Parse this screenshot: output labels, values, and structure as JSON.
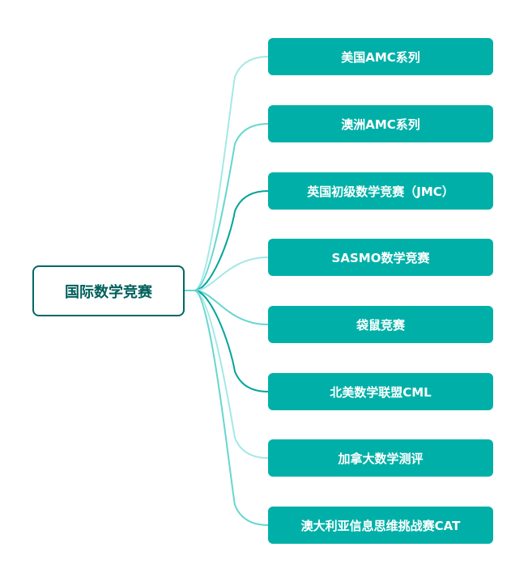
{
  "root": {
    "label": "国际数学竞赛"
  },
  "children": [
    {
      "label": "美国AMC系列",
      "link_color": "#a3e8e8"
    },
    {
      "label": "澳洲AMC系列",
      "link_color": "#66d6cf"
    },
    {
      "label": "英国初级数学竞赛（JMC）",
      "link_color": "#00a499"
    },
    {
      "label": "SASMO数学竞赛",
      "link_color": "#a3e8e8"
    },
    {
      "label": "袋鼠竞赛",
      "link_color": "#66d6cf"
    },
    {
      "label": "北美数学联盟CML",
      "link_color": "#00a499"
    },
    {
      "label": "加拿大数学测评",
      "link_color": "#a3e8e8"
    },
    {
      "label": "澳大利亚信息思维挑战赛CAT",
      "link_color": "#66d6cf"
    }
  ],
  "colors": {
    "node_fill": "#00b0a8",
    "root_border": "#006863"
  }
}
